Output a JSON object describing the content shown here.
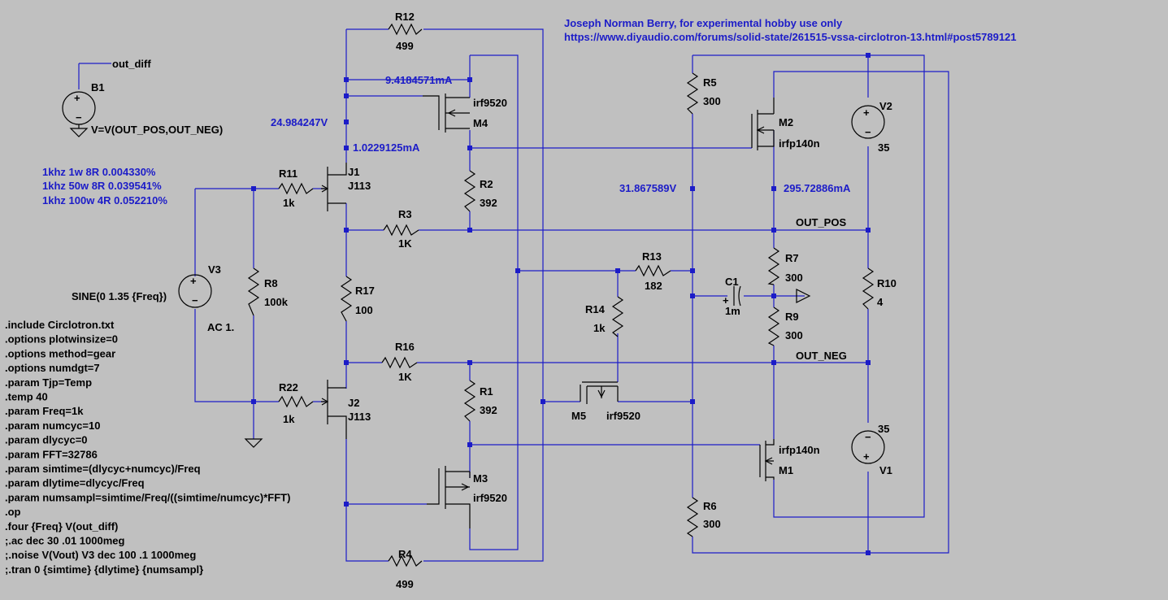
{
  "colors": {
    "background": "#c0c0c0",
    "wire": "#1c1cc8",
    "component": "#000000"
  },
  "author": "Joseph Norman Berry, for experimental hobby use only",
  "url": "https://www.diyaudio.com/forums/solid-state/261515-vssa-circlotron-13.html#post5789121",
  "b1": {
    "name": "B1",
    "net": "out_diff",
    "expr": "V=V(OUT_POS,OUT_NEG)"
  },
  "distortion": [
    "1khz 1w 8R 0.004330%",
    "1khz 50w 8R 0.039541%",
    "1khz 100w 4R 0.052210%"
  ],
  "v3": {
    "name": "V3",
    "sine": "SINE(0 1.35 {Freq})",
    "ac": "AC 1."
  },
  "resistors": {
    "r12": {
      "name": "R12",
      "value": "499"
    },
    "r11": {
      "name": "R11",
      "value": "1k"
    },
    "r8": {
      "name": "R8",
      "value": "100k"
    },
    "r3": {
      "name": "R3",
      "value": "1K"
    },
    "r2": {
      "name": "R2",
      "value": "392"
    },
    "r17": {
      "name": "R17",
      "value": "100"
    },
    "r16": {
      "name": "R16",
      "value": "1K"
    },
    "r22": {
      "name": "R22",
      "value": "1k"
    },
    "r1": {
      "name": "R1",
      "value": "392"
    },
    "r4": {
      "name": "R4",
      "value": "499"
    },
    "r5": {
      "name": "R5",
      "value": "300"
    },
    "r13": {
      "name": "R13",
      "value": "182"
    },
    "r14": {
      "name": "R14",
      "value": "1k"
    },
    "r7": {
      "name": "R7",
      "value": "300"
    },
    "r9": {
      "name": "R9",
      "value": "300"
    },
    "r10": {
      "name": "R10",
      "value": "4"
    },
    "r6": {
      "name": "R6",
      "value": "300"
    }
  },
  "transistors": {
    "j1": {
      "name": "J1",
      "model": "J113"
    },
    "j2": {
      "name": "J2",
      "model": "J113"
    },
    "m4": {
      "name": "M4",
      "model": "irf9520"
    },
    "m3": {
      "name": "M3",
      "model": "irf9520"
    },
    "m5": {
      "name": "M5",
      "model": "irf9520"
    },
    "m2": {
      "name": "M2",
      "model": "irfp140n"
    },
    "m1": {
      "name": "M1",
      "model": "irfp140n"
    }
  },
  "c1": {
    "name": "C1",
    "value": "1m"
  },
  "v2": {
    "name": "V2",
    "value": "35"
  },
  "v1": {
    "name": "V1",
    "value": "35"
  },
  "nets": {
    "out_pos": "OUT_POS",
    "out_neg": "OUT_NEG"
  },
  "op_points": {
    "i_m4": "9.4184571mA",
    "v_top": "24.984247V",
    "i_j1": "1.0229125mA",
    "v_mid": "31.867589V",
    "i_m2": "295.72886mA"
  },
  "directives": [
    ".include Circlotron.txt",
    ".options plotwinsize=0",
    ".options method=gear",
    ".options numdgt=7",
    ".param Tjp=Temp",
    ".temp 40",
    ".param Freq=1k",
    ".param numcyc=10",
    ".param dlycyc=0",
    ".param FFT=32786",
    ".param simtime=(dlycyc+numcyc)/Freq",
    ".param dlytime=dlycyc/Freq",
    ".param numsampl=simtime/Freq/((simtime/numcyc)*FFT)",
    ".op",
    ".four {Freq} V(out_diff)",
    ";.ac dec 30 .01 1000meg",
    ";.noise V(Vout) V3 dec 100 .1 1000meg",
    ";.tran 0 {simtime} {dlytime} {numsampl}"
  ]
}
